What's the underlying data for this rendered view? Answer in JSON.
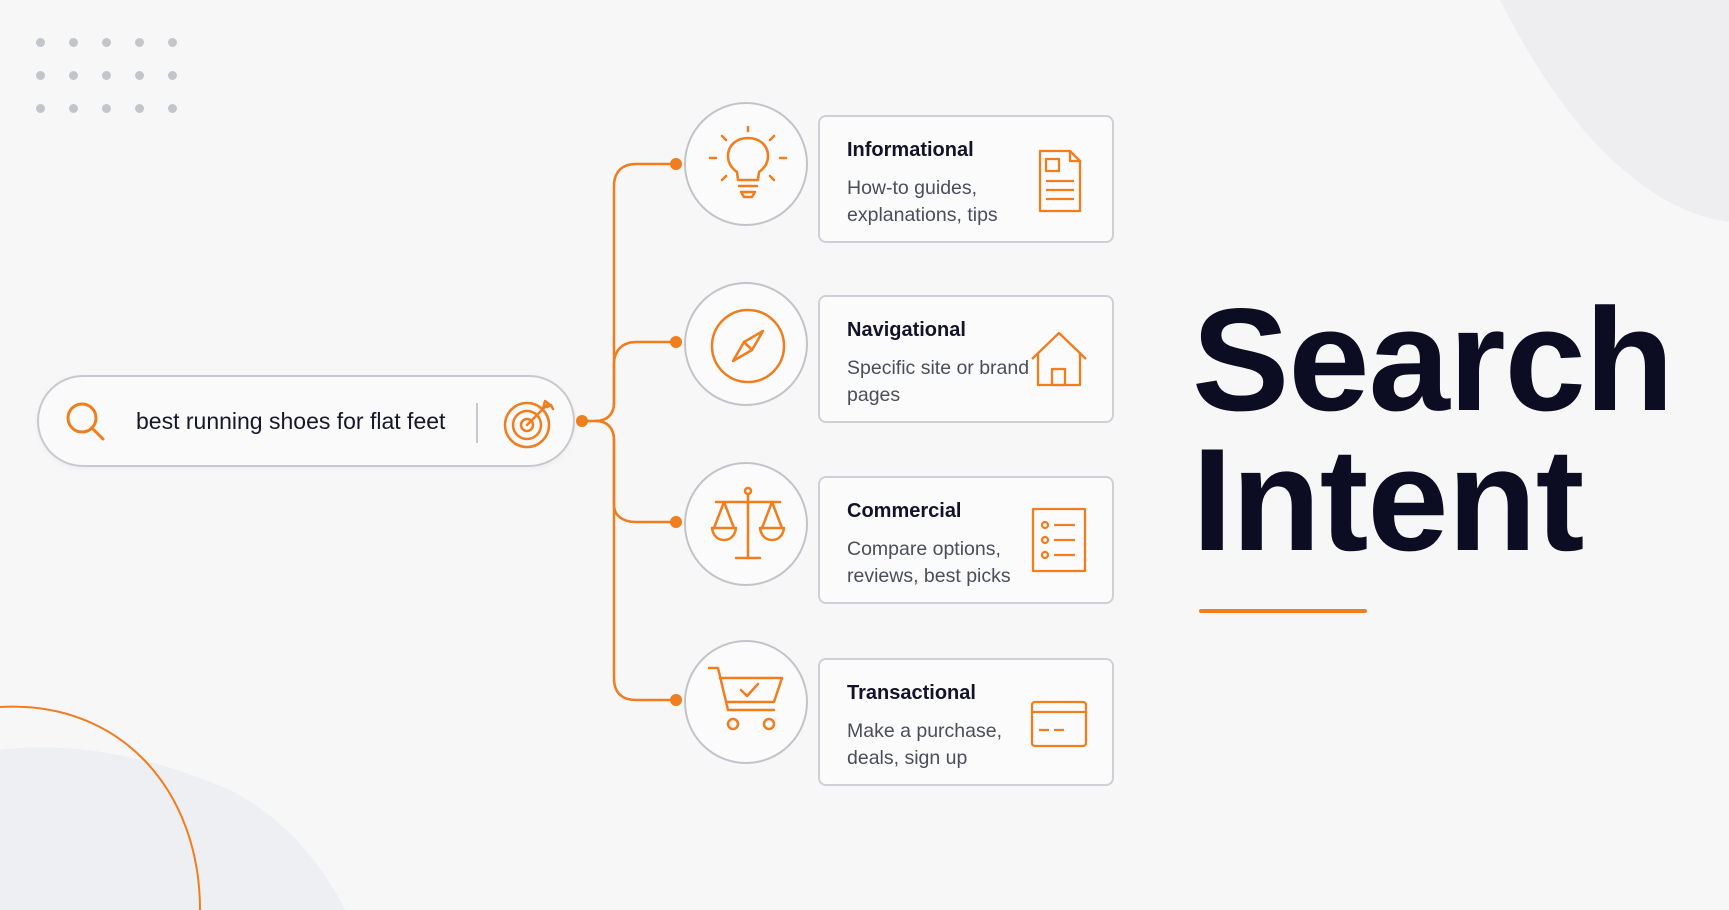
{
  "title": {
    "line1": "Search",
    "line2": "Intent"
  },
  "search": {
    "query": "best running shoes for flat feet",
    "leading_icon": "search-icon",
    "trailing_icon": "target-icon"
  },
  "intents": [
    {
      "title": "Informational",
      "description": "How-to guides, explanations, tips",
      "circle_icon": "lightbulb-icon",
      "card_icon": "document-icon"
    },
    {
      "title": "Navigational",
      "description": "Specific site or brand pages",
      "circle_icon": "compass-icon",
      "card_icon": "home-icon"
    },
    {
      "title": "Commercial",
      "description": "Compare options, reviews, best picks",
      "circle_icon": "scale-icon",
      "card_icon": "checklist-icon"
    },
    {
      "title": "Transactional",
      "description": "Make a purchase, deals, sign up",
      "circle_icon": "shopping-cart-icon",
      "card_icon": "credit-card-icon"
    }
  ],
  "colors": {
    "accent": "#f07d1e",
    "text_dark": "#0c0c23",
    "text_muted": "#4b4e5a",
    "border": "#c8c9ce",
    "background": "#f7f7f8"
  }
}
